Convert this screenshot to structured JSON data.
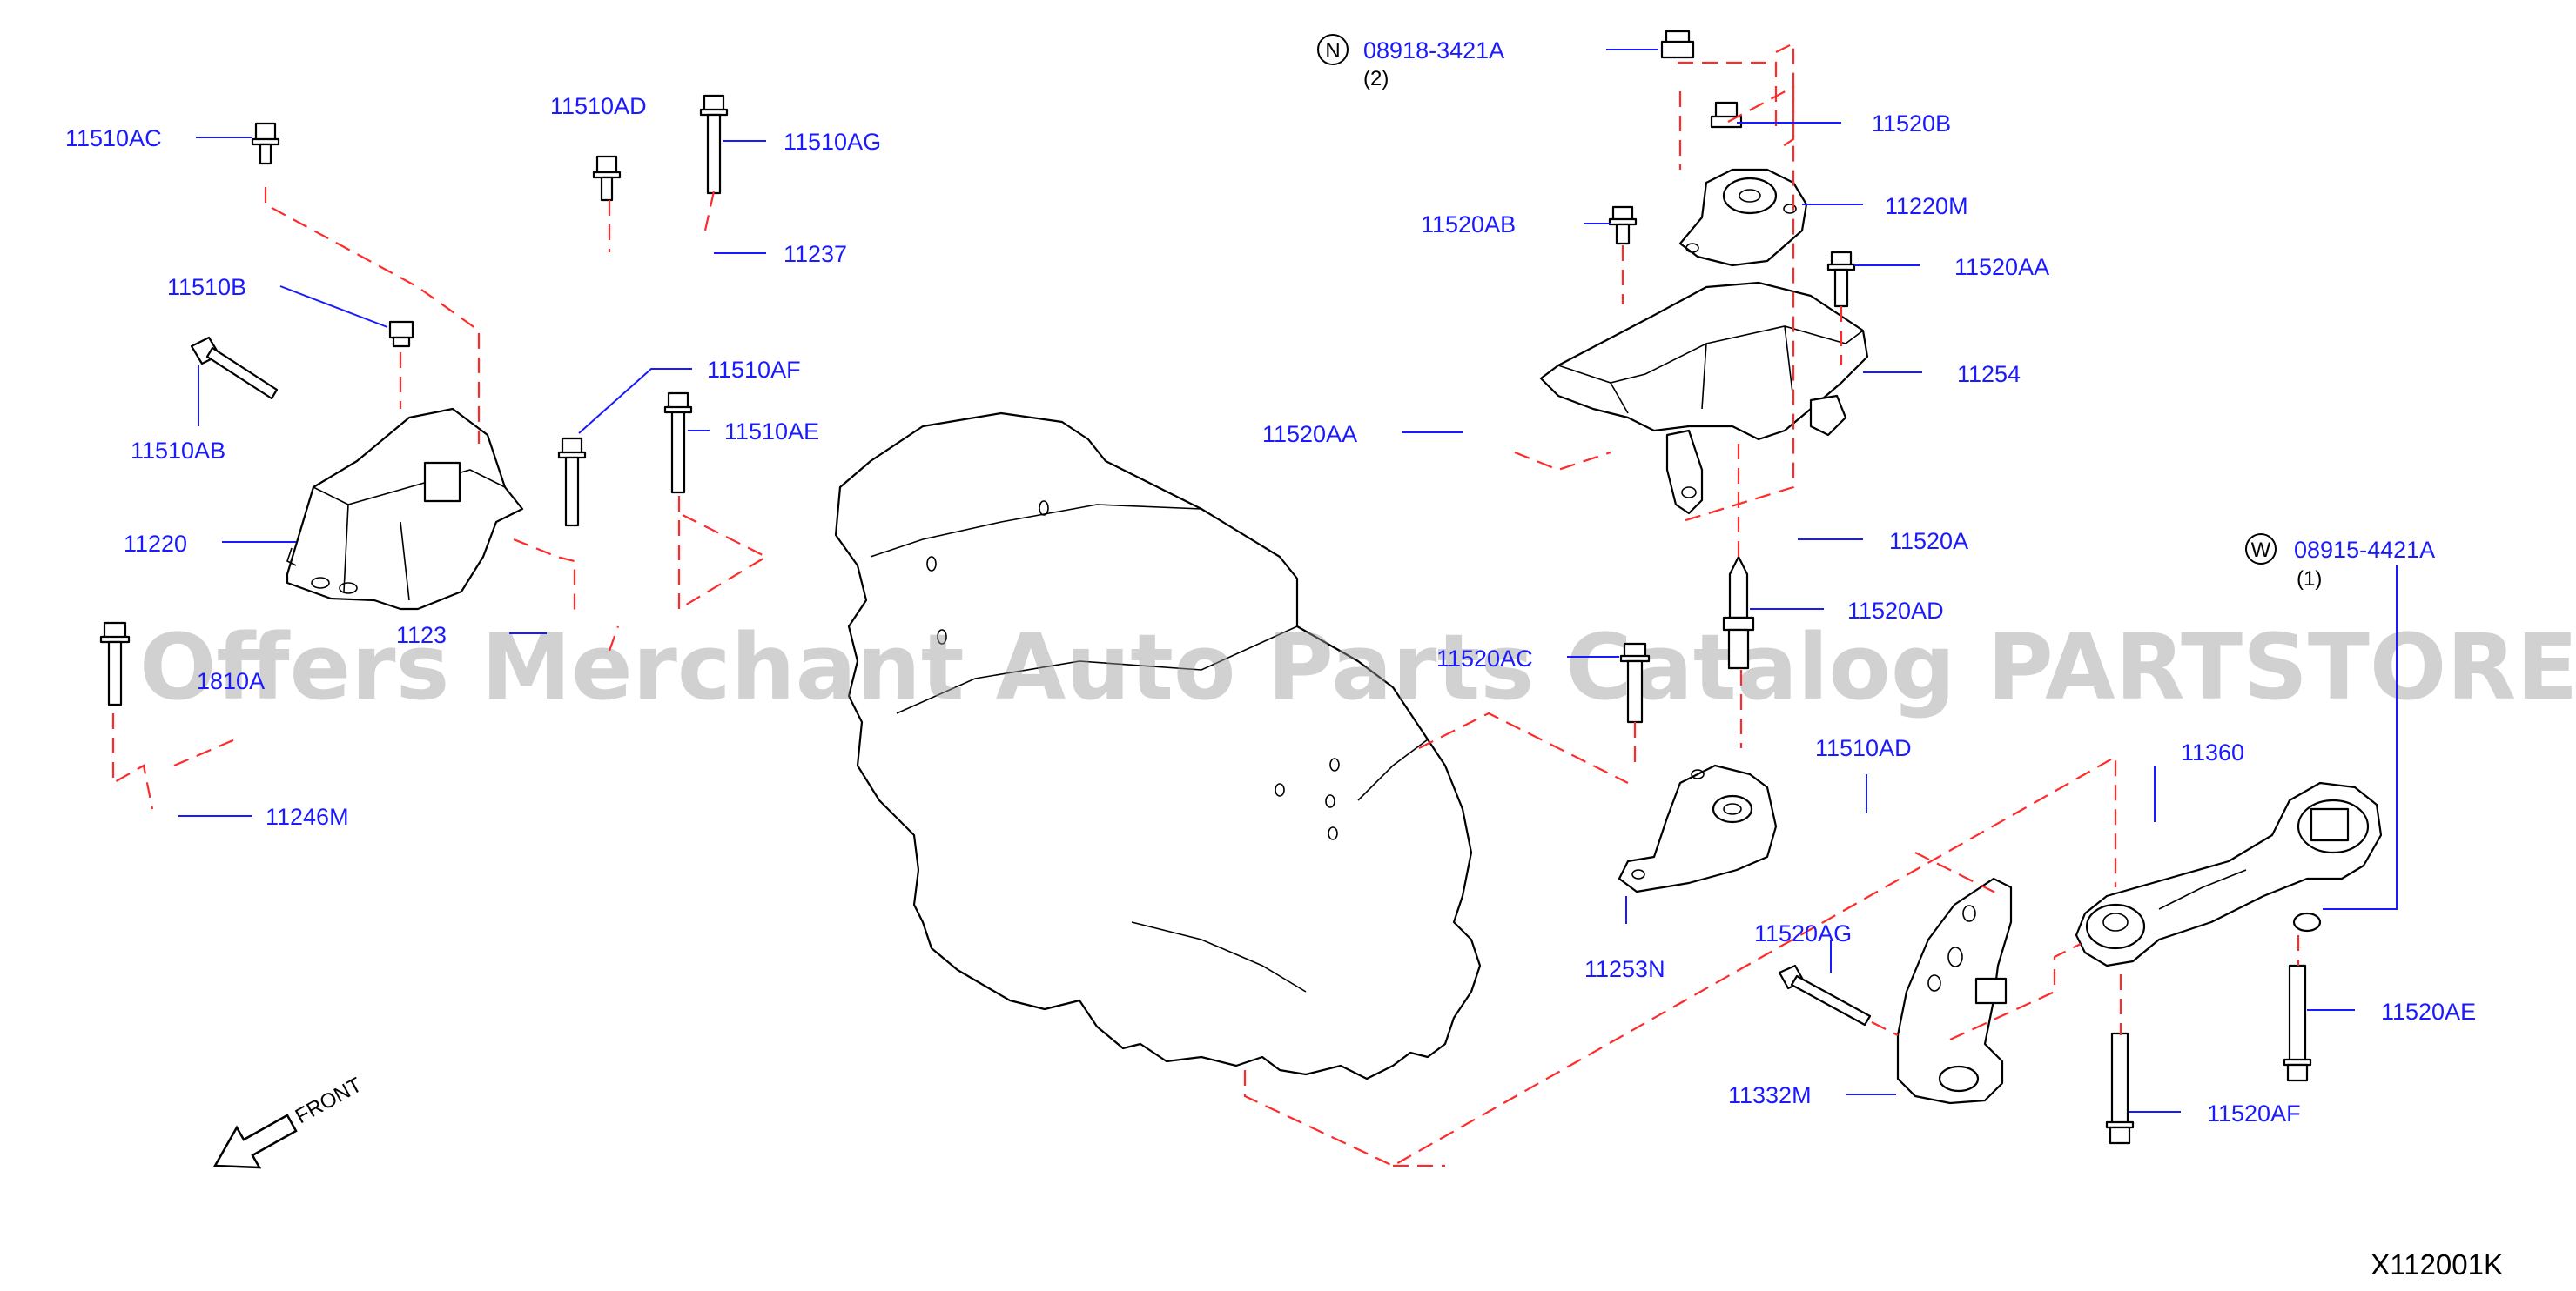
{
  "diagram": {
    "code": "X112001K",
    "front_label": "FRONT",
    "watermark": "Offers Merchant Auto Parts Catalog PARTSTORE.SA"
  },
  "parts": {
    "p11510AC": "11510AC",
    "p11510AD_top": "11510AD",
    "p11510AG": "11510AG",
    "p11237": "11237",
    "p11510B": "11510B",
    "p11510AB": "11510AB",
    "p11220": "11220",
    "p11510AF": "11510AF",
    "p11510AE": "11510AE",
    "p1123x": "1123",
    "p1810A": "1810A",
    "p11246M": "11246M",
    "p08918": "08918-3421A",
    "p08918_qty": "(2)",
    "p08918_mark": "N",
    "p11520B": "11520B",
    "p11220M": "11220M",
    "p11520AB": "11520AB",
    "p11520AA_r": "11520AA",
    "p11254": "11254",
    "p11520AA_l": "11520AA",
    "p11520A": "11520A",
    "p08915": "08915-4421A",
    "p08915_qty": "(1)",
    "p08915_mark": "W",
    "p11520AD": "11520AD",
    "p11520AC": "11520AC",
    "p11510AD_mid": "11510AD",
    "p11360": "11360",
    "p11253N": "11253N",
    "p11520AG": "11520AG",
    "p11520AE": "11520AE",
    "p11332M": "11332M",
    "p11520AF": "11520AF"
  },
  "colors": {
    "label": "#1a1aff",
    "dashed_line": "#ff2a2a",
    "outline": "#000000"
  }
}
